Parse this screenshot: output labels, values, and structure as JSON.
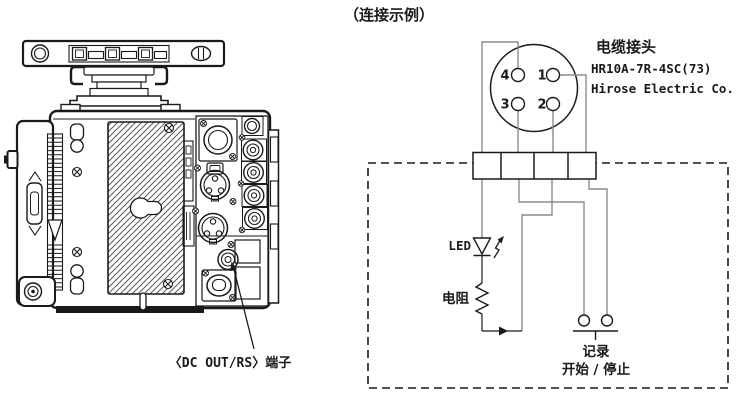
{
  "figure_title": "（连接示例）",
  "camera": {
    "terminal_label": "〈DC OUT/RS〉端子"
  },
  "connector": {
    "title": "电缆接头",
    "model": "HR10A-7R-4SC(73)",
    "manufacturer": "Hirose Electric Co.",
    "pins": [
      "4",
      "1",
      "3",
      "2"
    ]
  },
  "circuit": {
    "led": "LED",
    "resistor": "电阻",
    "switch_line1": "记录",
    "switch_line2": "开始 / 停止"
  },
  "colors": {
    "ink": "#1a1a1a",
    "wire": "#8c8c8c",
    "background": "#ffffff"
  }
}
